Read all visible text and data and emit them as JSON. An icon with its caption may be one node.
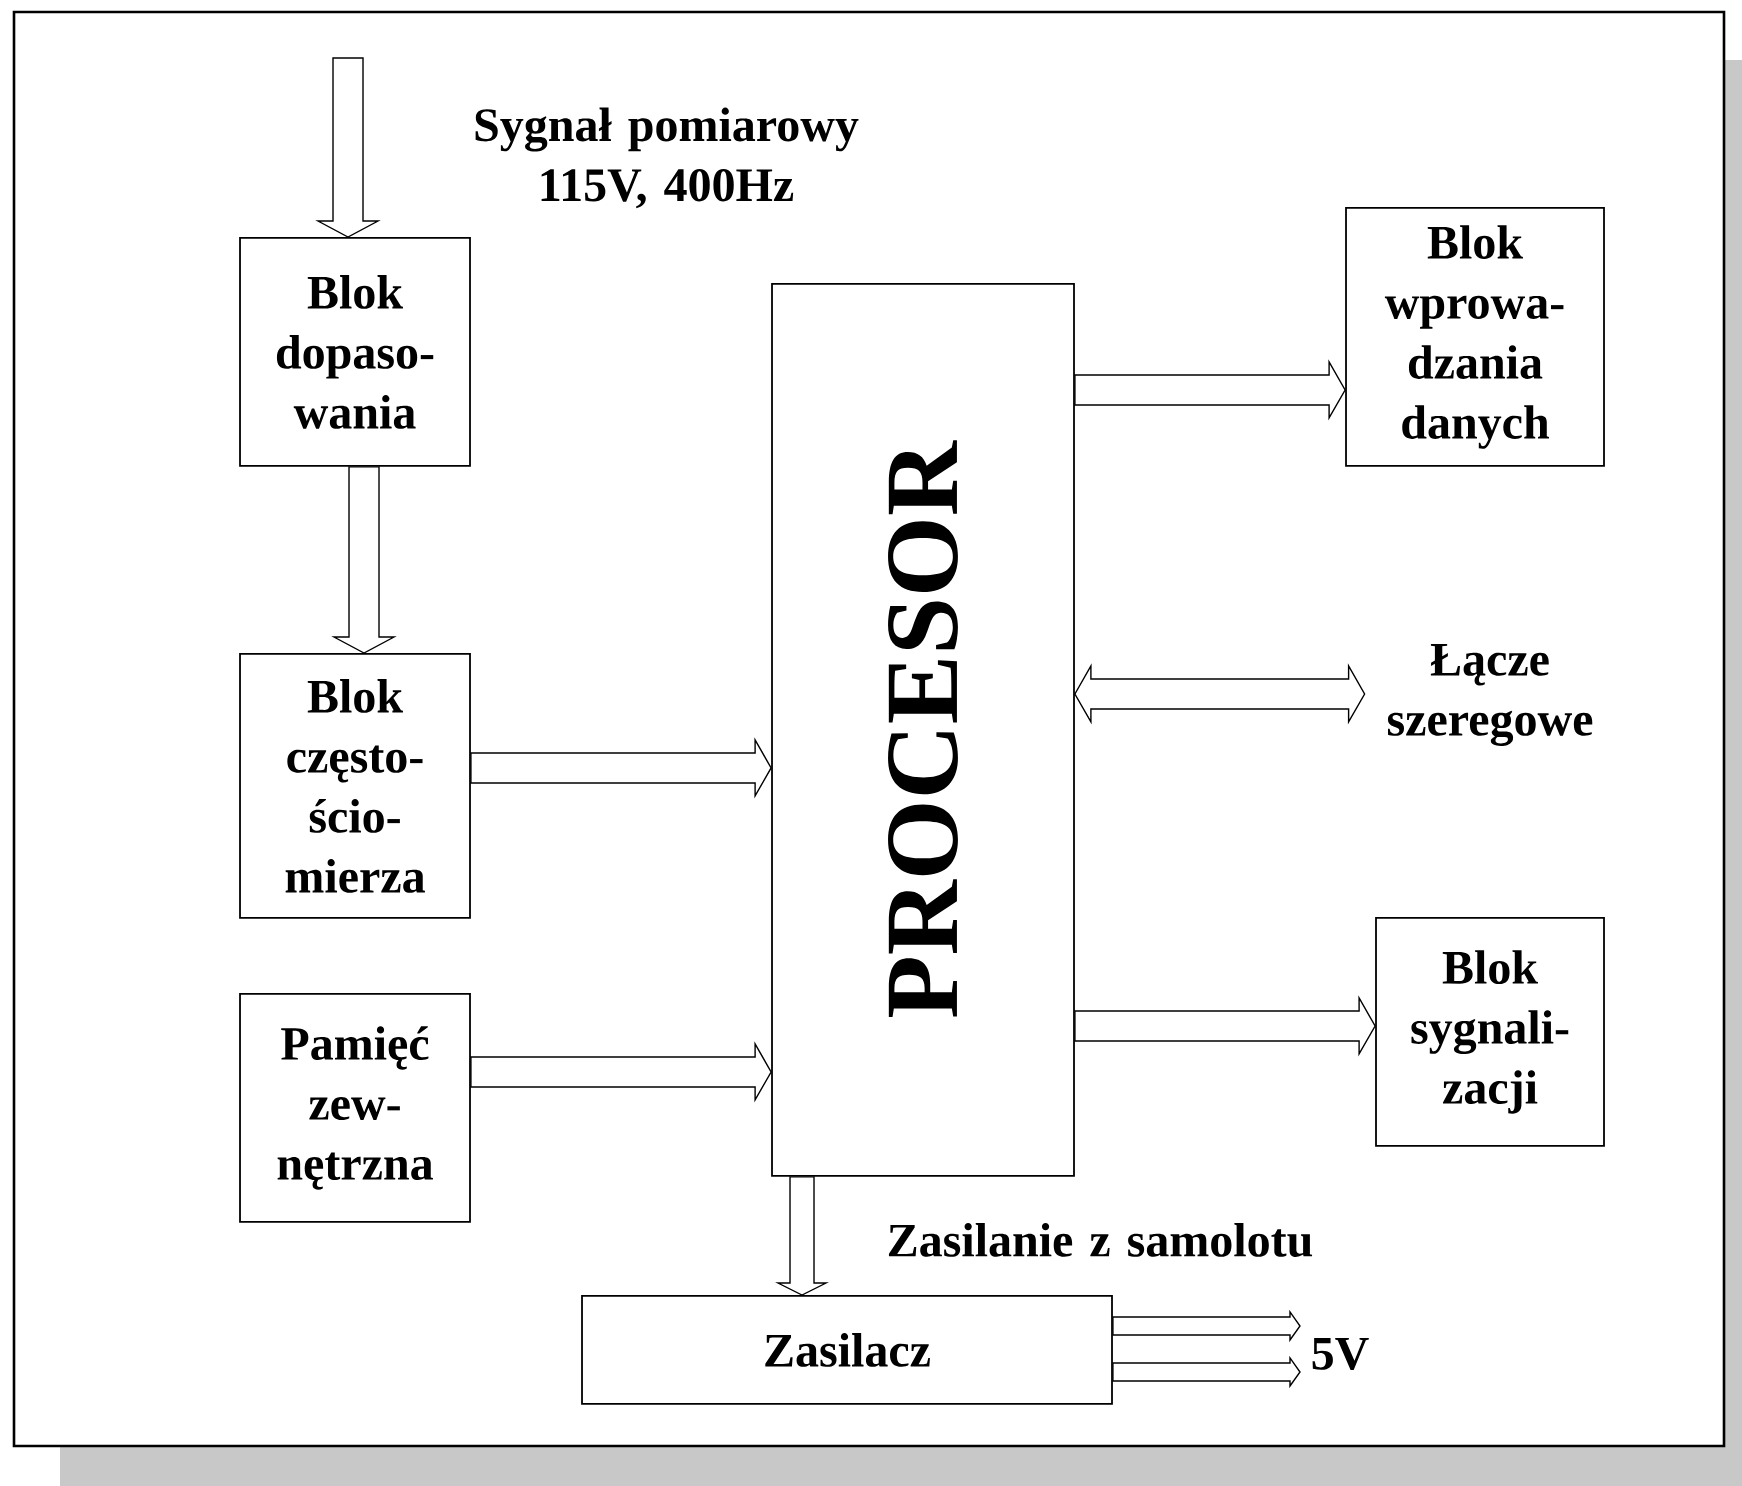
{
  "diagram": {
    "nodes": [
      {
        "text": [
          "Blok dopaso- wania"
        ]
      },
      {
        "text": [
          "PROCESOR"
        ]
      },
      {
        "text": [
          "Blok wprowa- dzania danych"
        ]
      },
      {
        "text": [
          "Blok często- ścio- mierza"
        ]
      },
      {
        "text": [
          "Łącze szeregowe"
        ]
      },
      {
        "text": [
          "Pamięć zew- nętrzna"
        ]
      },
      {
        "text": [
          "Blok sygnali- zacji"
        ]
      },
      {
        "text": [
          "Zasilacz"
        ]
      }
    ],
    "edges": [
      {
        "from": null,
        "to": 0,
        "arrow": "to"
      },
      {
        "from": 0,
        "to": 3,
        "arrow": "to"
      },
      {
        "from": 3,
        "to": 1,
        "arrow": "to"
      },
      {
        "from": 5,
        "to": 1,
        "arrow": "to"
      },
      {
        "from": 1,
        "to": 2,
        "arrow": "to"
      },
      {
        "from": 1,
        "to": 4,
        "arrow": "both"
      },
      {
        "from": 1,
        "to": 6,
        "arrow": "to"
      },
      {
        "from": 1,
        "to": 7,
        "arrow": "to"
      },
      {
        "from": 7,
        "to": null,
        "arrow": "to"
      },
      {
        "from": 7,
        "to": null,
        "arrow": "to"
      }
    ],
    "labels": [
      "Sygnał pomiarowy 115V, 400Hz",
      "Zasilanie z samolotu",
      "5V"
    ]
  }
}
